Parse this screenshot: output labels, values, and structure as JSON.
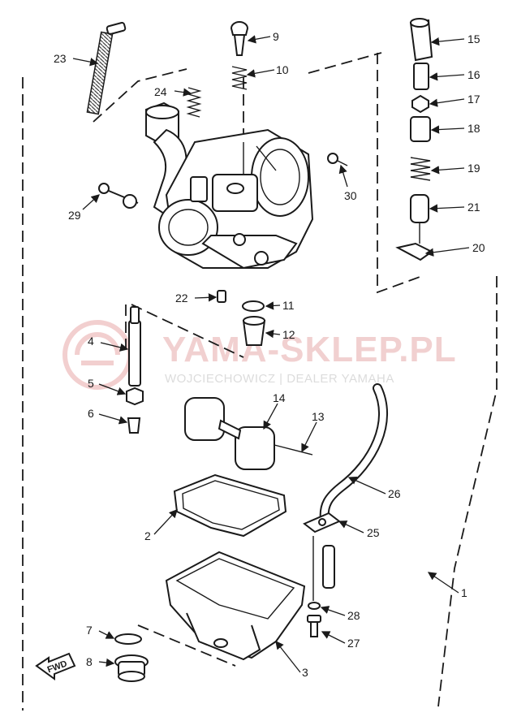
{
  "watermark": {
    "brand": "YAMA-SKLEP.PL",
    "dealer": "WOJCIECHOWICZ | DEALER YAMAHA",
    "color": "#e9a8a8"
  },
  "fwd_label": "FWD",
  "callouts": {
    "p1": "1",
    "p2": "2",
    "p3": "3",
    "p4": "4",
    "p5": "5",
    "p6": "6",
    "p7": "7",
    "p8": "8",
    "p9": "9",
    "p10": "10",
    "p11": "11",
    "p12": "12",
    "p13": "13",
    "p14": "14",
    "p15": "15",
    "p16": "16",
    "p17": "17",
    "p18": "18",
    "p19": "19",
    "p20": "20",
    "p21": "21",
    "p22": "22",
    "p23": "23",
    "p24": "24",
    "p25": "25",
    "p26": "26",
    "p27": "27",
    "p28": "28",
    "p29": "29",
    "p30": "30"
  }
}
